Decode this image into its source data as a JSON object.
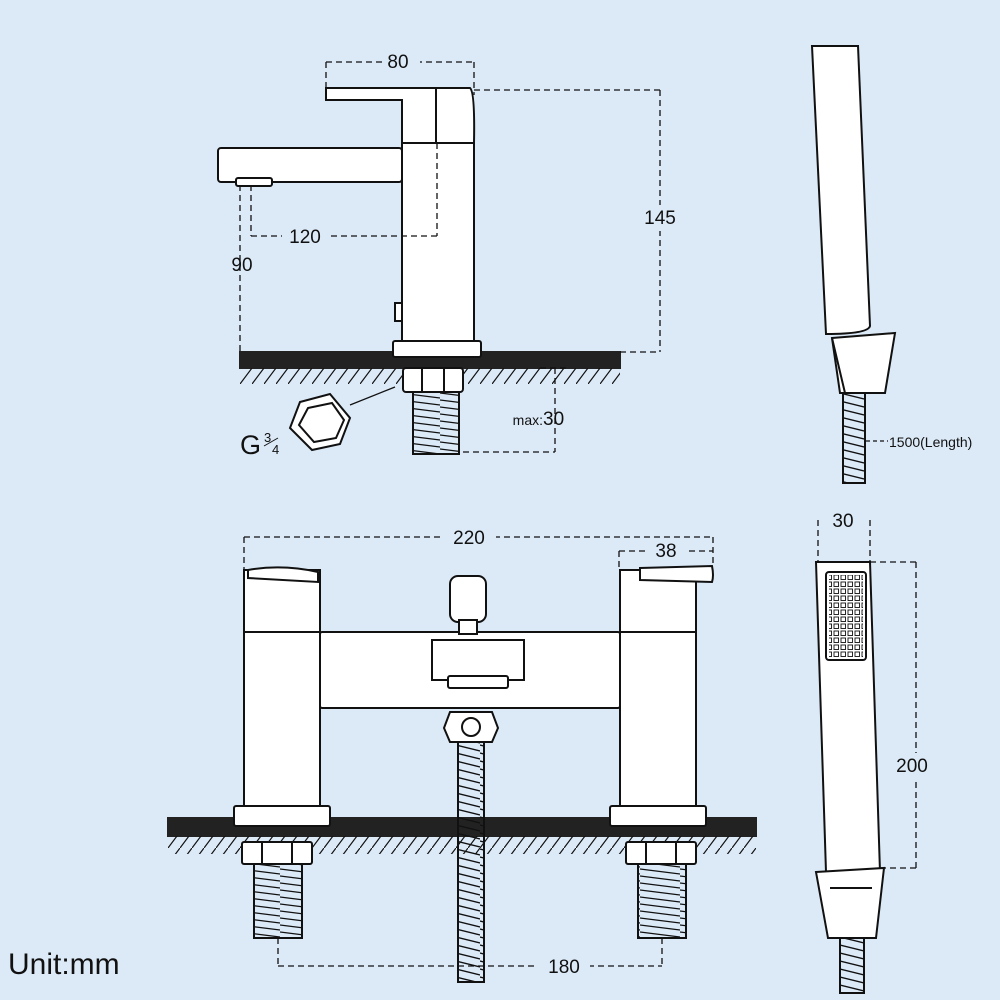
{
  "dimensions": {
    "basin_tap": {
      "lever_length": "80",
      "spout_reach": "120",
      "spout_clearance": "90",
      "total_height": "145",
      "max_deck_prefix": "max:",
      "max_deck_value": "30"
    },
    "thread": {
      "letter": "G",
      "numerator": "3",
      "denominator": "4"
    },
    "hose": {
      "length": "1500(Length)"
    },
    "bath_filler": {
      "total_width": "220",
      "handle_width": "38",
      "hole_centres": "180"
    },
    "handset": {
      "head_width": "30",
      "length": "200"
    }
  },
  "units_label": "Unit:mm",
  "colors": {
    "background": "#dceaf8",
    "line": "#111111",
    "deck": "#222222"
  }
}
